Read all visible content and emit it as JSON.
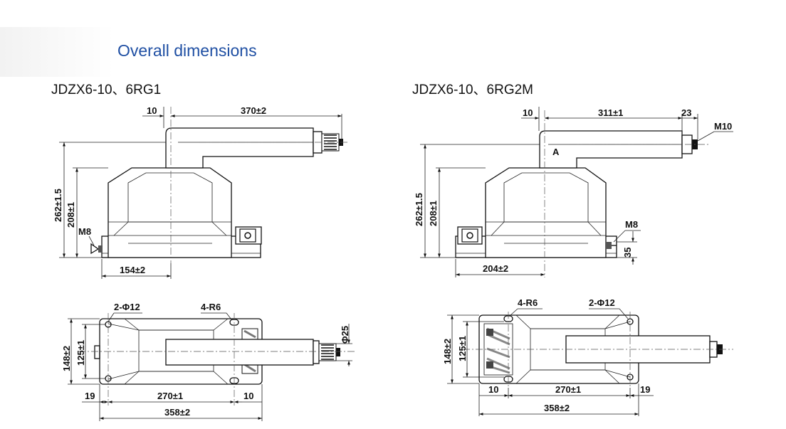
{
  "title": "Overall dimensions",
  "models": {
    "left": "JDZX6-10、6RG1",
    "right": "JDZX6-10、6RG2M"
  },
  "left_front": {
    "d_10": "10",
    "d_370": "370±2",
    "d_262": "262±1.5",
    "d_208": "208±1",
    "m8": "M8",
    "d_154": "154±2"
  },
  "left_top": {
    "phi12": "2-Φ12",
    "r6": "4-R6",
    "phi25": "Φ25",
    "d_148": "148±2",
    "d_125": "125±1",
    "d_19": "19",
    "d_270": "270±1",
    "d_10": "10",
    "d_358": "358±2"
  },
  "right_front": {
    "d_10": "10",
    "d_311": "311±1",
    "d_23": "23",
    "m10": "M10",
    "a": "A",
    "d_262": "262±1.5",
    "d_208": "208±1",
    "m8": "M8",
    "d_35": "35",
    "d_204": "204±2"
  },
  "right_top": {
    "r6": "4-R6",
    "phi12": "2-Φ12",
    "d_148": "148±2",
    "d_125": "125±1",
    "d_10": "10",
    "d_270": "270±1",
    "d_19": "19",
    "d_358": "358±2"
  }
}
